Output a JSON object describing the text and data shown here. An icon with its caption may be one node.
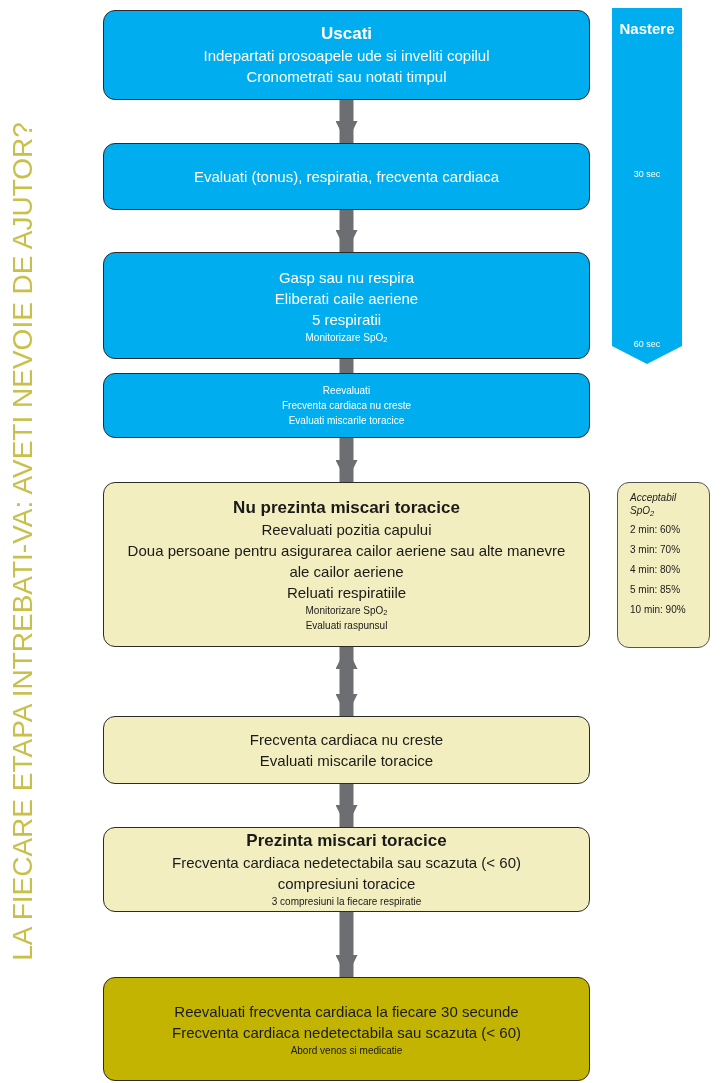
{
  "diagram": {
    "title": "LA FIECARE ETAPA INTREBATI-VA: AVETI NEVOIE DE AJUTOR?",
    "nodes": [
      {
        "text": [
          "Uscati",
          "Indepartati prosoapele ude si inveliti copilul",
          "Cronometrati sau notati timpul"
        ]
      },
      {
        "text": [
          "Evaluati (tonus), respiratia, frecventa cardiaca"
        ]
      },
      {
        "text": [
          "Gasp sau nu respira",
          "Eliberati caile aeriene",
          "5 respiratii",
          "Monitorizare SpO$_{2}$"
        ]
      },
      {
        "text": [
          "Reevaluati",
          "Frecventa cardiaca nu creste",
          "Evaluati miscarile toracice"
        ]
      },
      {
        "text": [
          "Nu prezinta miscari toracice",
          "Reevaluati pozitia capului",
          "Doua persoane pentru asigurarea cailor aeriene sau alte manevre ale cailor aeriene",
          "Reluati respiratiile",
          "Monitorizare SpO$_{2}$",
          "Evaluati raspunsul"
        ]
      },
      {
        "text": [
          "Frecventa cardiaca nu creste",
          "Evaluati miscarile toracice"
        ]
      },
      {
        "text": [
          "Prezinta miscari toracice",
          "Frecventa cardiaca nedetectabila sau scazuta (< 60)",
          "compresiuni toracice",
          "3 compresiuni la fiecare respiratie"
        ]
      },
      {
        "text": [
          "Reevaluati frecventa cardiaca la fiecare 30 secunde",
          "Frecventa cardiaca nedetectabila sau scazuta (< 60)",
          "Abord venos si medicatie"
        ]
      },
      {
        "text": [
          "Nastere",
          "30 sec",
          "60 sec"
        ]
      },
      {
        "text": [
          "Acceptabil SpO$_{2}$",
          "2 min: 60%",
          "3 min: 70%",
          "4 min: 80%",
          "5 min: 85%",
          "10 min: 90%"
        ]
      }
    ],
    "edges": [
      {
        "from": 0,
        "to": 1,
        "arrow": "to"
      },
      {
        "from": 1,
        "to": 2,
        "arrow": "to"
      },
      {
        "from": 2,
        "to": 3,
        "arrow": "none"
      },
      {
        "from": 3,
        "to": 4,
        "arrow": "to"
      },
      {
        "from": 4,
        "to": 5,
        "arrow": "both"
      },
      {
        "from": 5,
        "to": 6,
        "arrow": "to"
      },
      {
        "from": 6,
        "to": 7,
        "arrow": "to"
      }
    ]
  }
}
